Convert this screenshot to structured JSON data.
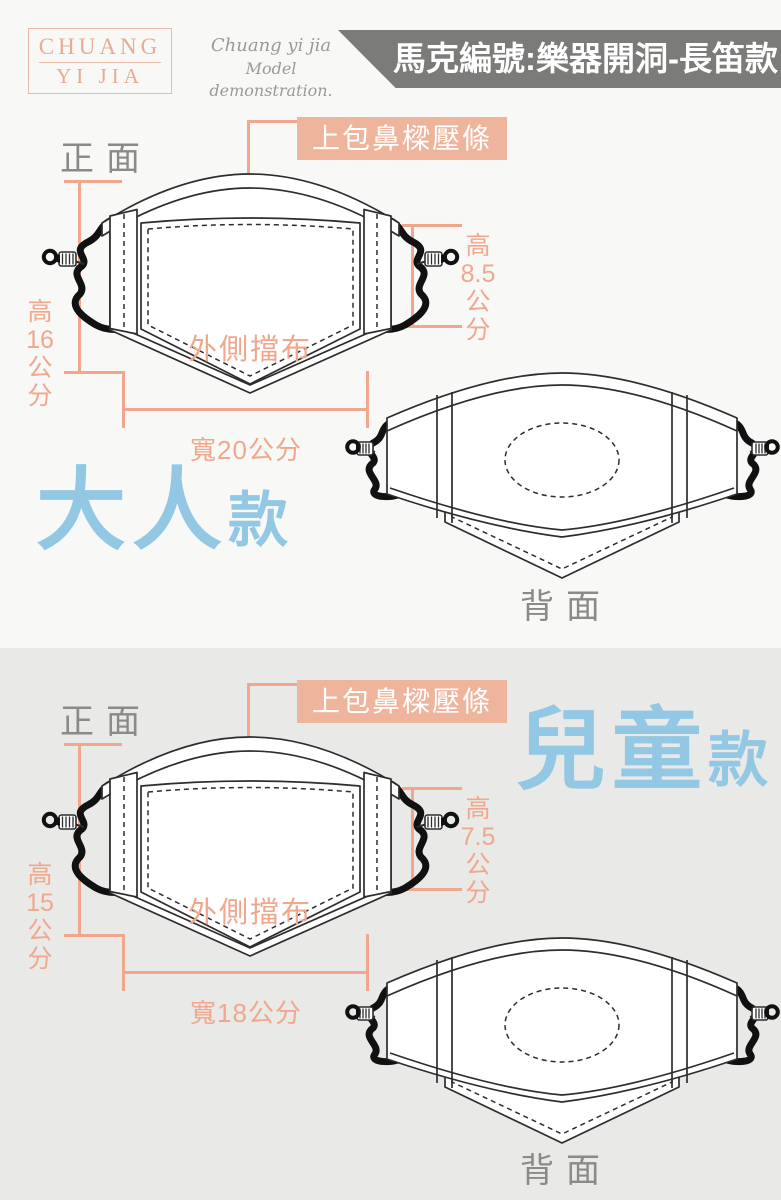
{
  "header": {
    "logo": {
      "line1": "CHUANG",
      "line2": "YI JIA"
    },
    "script": {
      "line1": "Chuang yi jia",
      "line2": "Model demonstration."
    },
    "banner": "馬克編號:樂器開洞-長笛款"
  },
  "colors": {
    "peach": "#efa88e",
    "peach_box": "#efb49c",
    "blue": "#92c8e3",
    "gray_label": "#8a8a88",
    "banner_bg": "#7b7b79",
    "section_top_bg": "#f8f8f6",
    "section_bottom_bg": "#e9e9e7"
  },
  "sections": {
    "adult": {
      "front_label": "正面",
      "back_label": "背面",
      "nose_strip_label": "上包鼻樑壓條",
      "outer_cloth_label": "外側擋布",
      "size_main": "大人",
      "size_suffix": "款",
      "dim_height_left": [
        "高",
        "16",
        "公",
        "分"
      ],
      "dim_height_right": [
        "高",
        "8.5",
        "公",
        "分"
      ],
      "dim_width": "寬20公分"
    },
    "child": {
      "front_label": "正面",
      "back_label": "背面",
      "nose_strip_label": "上包鼻樑壓條",
      "outer_cloth_label": "外側擋布",
      "size_main": "兒童",
      "size_suffix": "款",
      "dim_height_left": [
        "高",
        "15",
        "公",
        "分"
      ],
      "dim_height_right": [
        "高",
        "7.5",
        "公",
        "分"
      ],
      "dim_width": "寬18公分"
    }
  }
}
